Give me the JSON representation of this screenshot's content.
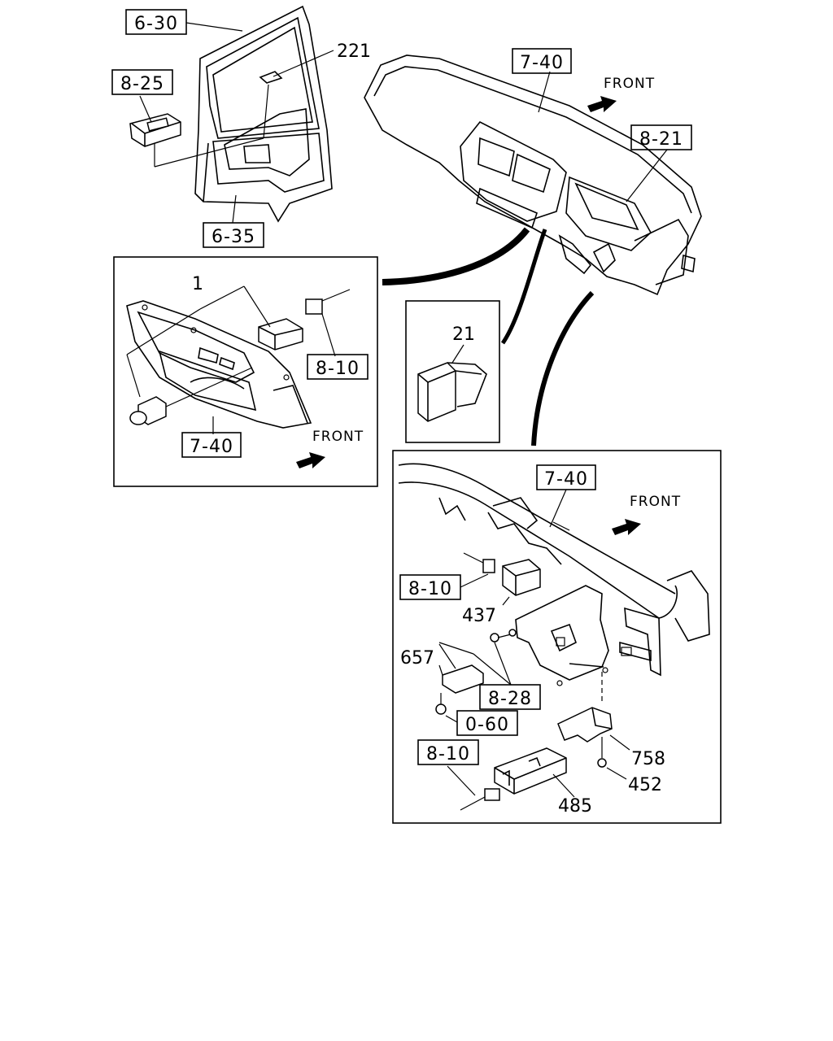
{
  "refs": {
    "r630": "6-30",
    "r825": "8-25",
    "r635": "6-35",
    "r740a": "7-40",
    "r821": "8-21",
    "r810a": "8-10",
    "r740b": "7-40",
    "r740c": "7-40",
    "r810b": "8-10",
    "r828": "8-28",
    "r060": "0-60",
    "r810c": "8-10"
  },
  "parts": {
    "p221": "221",
    "p1": "1",
    "p21": "21",
    "p437": "437",
    "p657": "657",
    "p758": "758",
    "p452": "452",
    "p485": "485"
  },
  "front": {
    "a": "FRONT",
    "b": "FRONT",
    "c": "FRONT"
  }
}
